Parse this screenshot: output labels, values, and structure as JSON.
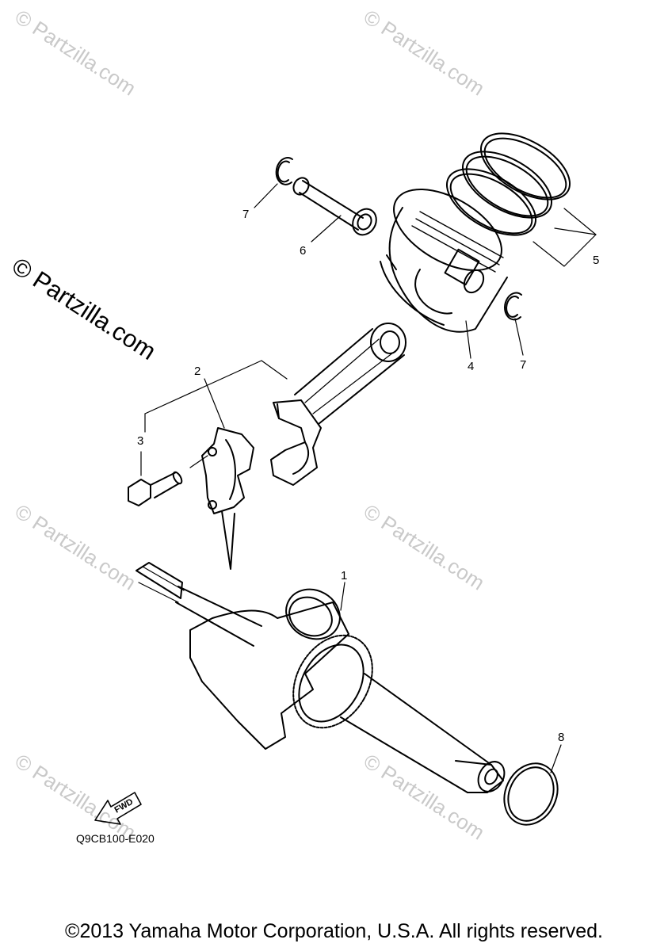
{
  "watermark": {
    "text": "© Partzilla.com",
    "color": "#c9c9c9"
  },
  "callouts": {
    "c1": "1",
    "c2": "2",
    "c3": "3",
    "c4": "4",
    "c5": "5",
    "c6": "6",
    "c7a": "7",
    "c7b": "7",
    "c8": "8"
  },
  "fwd_label": "FWD",
  "diagram_code": "Q9CB100-E020",
  "copyright": "©2013 Yamaha Motor Corporation, U.S.A. All rights reserved.",
  "line_color": "#000000"
}
